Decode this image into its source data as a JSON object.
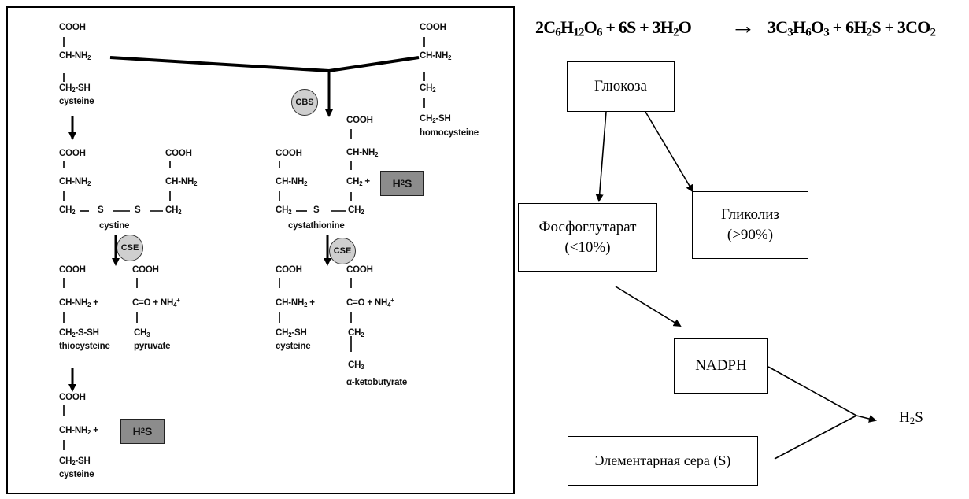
{
  "left_panel": {
    "cysteine_top": {
      "cooh": "COOH",
      "chnh2": "CH-NH2",
      "ch2sh": "CH2-SH",
      "name": "cysteine"
    },
    "homocysteine": {
      "cooh": "COOH",
      "chnh2": "CH-NH2",
      "ch2": "CH2",
      "ch2sh": "CH2-SH",
      "name": "homocysteine"
    },
    "cystine": {
      "cooh1": "COOH",
      "cooh2": "COOH",
      "chnh2_1": "CH-NH2",
      "chnh2_2": "CH-NH2",
      "bridge_left": "CH2",
      "s1": "S",
      "s2": "S",
      "bridge_right": "CH2",
      "name": "cystine"
    },
    "cystathionine": {
      "cooh_top": "COOH",
      "chnh2_top": "CH-NH2",
      "ch2_plus": "CH2 +",
      "cooh1": "COOH",
      "chnh2_1": "CH-NH2",
      "bridge_left": "CH2",
      "s": "S",
      "bridge_right": "CH2",
      "name": "cystathionine"
    },
    "enzymes": {
      "cbs": "CBS",
      "cse_left": "CSE",
      "cse_right": "CSE"
    },
    "h2s_box_label": "H2S",
    "left_products": {
      "cooh1": "COOH",
      "cooh2": "COOH",
      "chnh2_plus": "CH-NH2 +",
      "co_nh4": "C=O + NH4+",
      "ch2ssh": "CH2-S-SH",
      "ch3": "CH3",
      "thiocysteine": "thiocysteine",
      "pyruvate": "pyruvate"
    },
    "right_products": {
      "cooh1": "COOH",
      "cooh2": "COOH",
      "chnh2_plus": "CH-NH2 +",
      "co_nh4": "C=O + NH4+",
      "ch2sh": "CH2-SH",
      "ch2": "CH2",
      "ch3": "CH3",
      "cysteine": "cysteine",
      "ketobutyrate": "α-ketobutyrate"
    },
    "bottom_cysteine": {
      "cooh": "COOH",
      "chnh2_plus": "CH-NH2 +",
      "ch2sh": "CH2-SH",
      "name": "cysteine"
    }
  },
  "equation": {
    "left": "2C6H12O6 + 6S + 3H2O",
    "arrow": "→",
    "right": "3C3H6O3 + 6H2S + 3CO2"
  },
  "flow": {
    "glucose": "Глюкоза",
    "phosphogluconate_line1": "Фосфоглутарат",
    "phosphogluconate_line2": "(<10%)",
    "glycolysis_line1": "Гликолиз",
    "glycolysis_line2": "(>90%)",
    "nadph": "NADPH",
    "elemental_sulfur": "Элементарная сера (S)",
    "h2s": "H2S"
  }
}
